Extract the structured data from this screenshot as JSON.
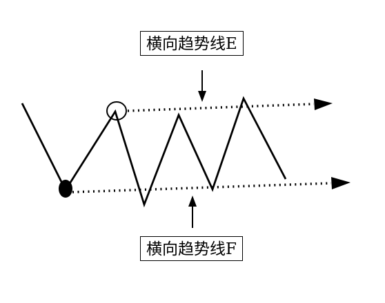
{
  "labels": {
    "upper_trendline": "横向趋势线E",
    "lower_trendline": "横向趋势线F"
  },
  "colors": {
    "line": "#000000",
    "background": "#ffffff"
  },
  "shapes": {
    "start_point_marker": "filled-ellipse",
    "peak_marker": "open-circle",
    "trendline_style": "dotted-arrow"
  }
}
